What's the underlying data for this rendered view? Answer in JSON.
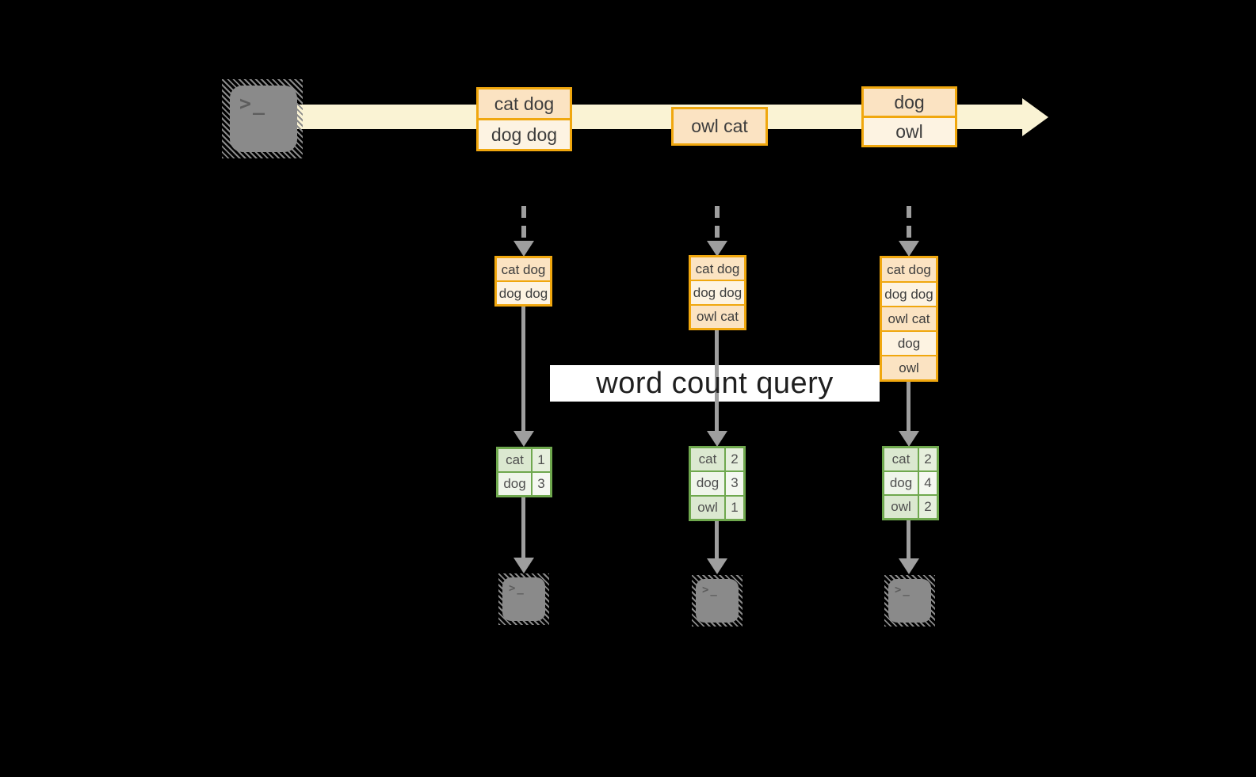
{
  "title": "streaming word count query diagram",
  "colors": {
    "background": "#000000",
    "stream_band": "#faf3d4",
    "record_border": "#f0a70e",
    "record_fill_dark": "#fbe3c2",
    "record_fill_light": "#fdf3e2",
    "table_border": "#6fa84e",
    "table_fill_dark": "#dbe8d0",
    "table_fill_light": "#eff5ea",
    "arrow_gray": "#9e9e9e",
    "terminal_gray": "#8a8a8a",
    "query_band": "#ffffff",
    "text": "#3d3d3d"
  },
  "source_terminal": {
    "glyph": ">_"
  },
  "stream": {
    "boxes": [
      {
        "cells": [
          "cat dog",
          "dog dog"
        ]
      },
      {
        "cells": [
          "owl cat"
        ]
      },
      {
        "cells": [
          "dog",
          "owl"
        ]
      }
    ]
  },
  "state_buffers": [
    {
      "cells": [
        "cat dog",
        "dog dog"
      ]
    },
    {
      "cells": [
        "cat dog",
        "dog dog",
        "owl cat"
      ]
    },
    {
      "cells": [
        "cat dog",
        "dog dog",
        "owl cat",
        "dog",
        "owl"
      ]
    }
  ],
  "query_label": "word count query",
  "count_tables": [
    {
      "rows": [
        [
          "cat",
          "1"
        ],
        [
          "dog",
          "3"
        ]
      ]
    },
    {
      "rows": [
        [
          "cat",
          "2"
        ],
        [
          "dog",
          "3"
        ],
        [
          "owl",
          "1"
        ]
      ]
    },
    {
      "rows": [
        [
          "cat",
          "2"
        ],
        [
          "dog",
          "4"
        ],
        [
          "owl",
          "2"
        ]
      ]
    }
  ],
  "output_terminals": [
    {
      "glyph": ">_"
    },
    {
      "glyph": ">_"
    },
    {
      "glyph": ">_"
    }
  ]
}
